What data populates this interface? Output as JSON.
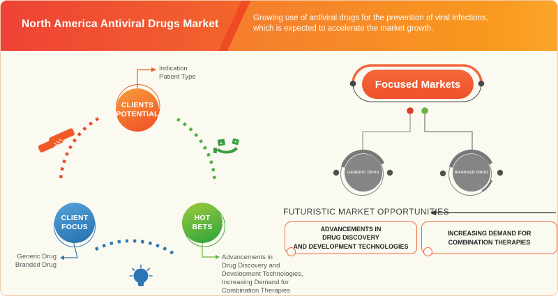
{
  "header": {
    "title": "North America Antiviral Drugs Market",
    "subtitle": "Growing use of antiviral drugs for the prevention of viral infections, which is expected to accelerate the market growth."
  },
  "cycle": {
    "clients_potential": {
      "label": "CLIENTS\nPOTENTIAL",
      "annotation": "Indication\nPatient Type"
    },
    "client_focus": {
      "label": "CLIENT\nFOCUS",
      "annotation": "Generic Drug\nBranded Drug"
    },
    "hot_bets": {
      "label": "HOT\nBETS",
      "annotation": "Advancements in\nDrug Discovery and\nDevelopment Technologies,\nIncreasing Demand for\nCombination Therapies"
    }
  },
  "focused": {
    "label": "Focused Markets",
    "children": [
      {
        "label": "GENERIC DRUG"
      },
      {
        "label": "BRANDED DRUG"
      }
    ]
  },
  "opportunities": {
    "heading": "FUTURISTIC MARKET OPPORTUNITIES",
    "items": [
      {
        "label": "ADVANCEMENTS IN\nDRUG DISCOVERY\nAND DEVELOPMENT TECHNOLOGIES"
      },
      {
        "label": "INCREASING DEMAND FOR\nCOMBINATION THERAPIES"
      }
    ]
  },
  "icons": [
    "handshake-icon",
    "money-hand-icon",
    "lightbulb-icon"
  ],
  "colors": {
    "accent_orange": "#F15A28",
    "accent_red": "#EE4236",
    "accent_blue": "#2E75B6",
    "accent_green": "#52B148",
    "gray_node": "#858585",
    "background": "#FBFAF1"
  }
}
